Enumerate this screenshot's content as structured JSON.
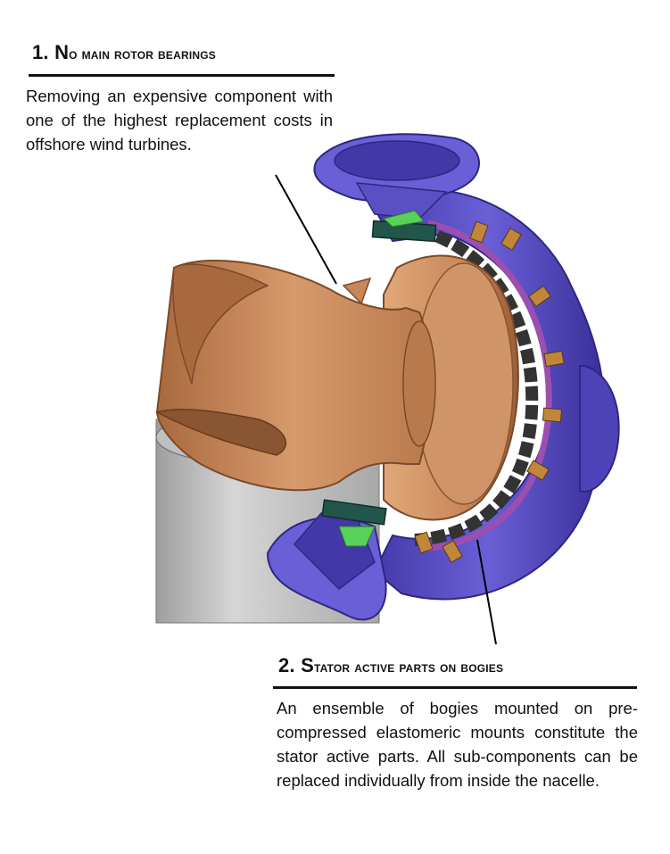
{
  "callout1": {
    "number": "1.",
    "title_initial": "N",
    "title_rest": "O MAIN ROTOR BEARINGS",
    "text": "Removing an expensive component with one of the highest replacement costs in offshore wind turbines."
  },
  "callout2": {
    "number": "2.",
    "title_initial": "S",
    "title_rest": "TATOR ACTIVE PARTS ON BOGIES",
    "text": "An ensemble of bogies mounted on pre-compressed elastomeric mounts constitute the stator active parts. All sub-components can be replaced individually from inside the nacelle."
  },
  "colors": {
    "rotor": "#c8875a",
    "rotor_dark": "#8a5532",
    "housing": "#5b4fc4",
    "housing_dark": "#2f2780",
    "tower": "#bdbdbd",
    "mount": "#23564a",
    "pad": "#58d158",
    "magnet": "#c0873a"
  }
}
